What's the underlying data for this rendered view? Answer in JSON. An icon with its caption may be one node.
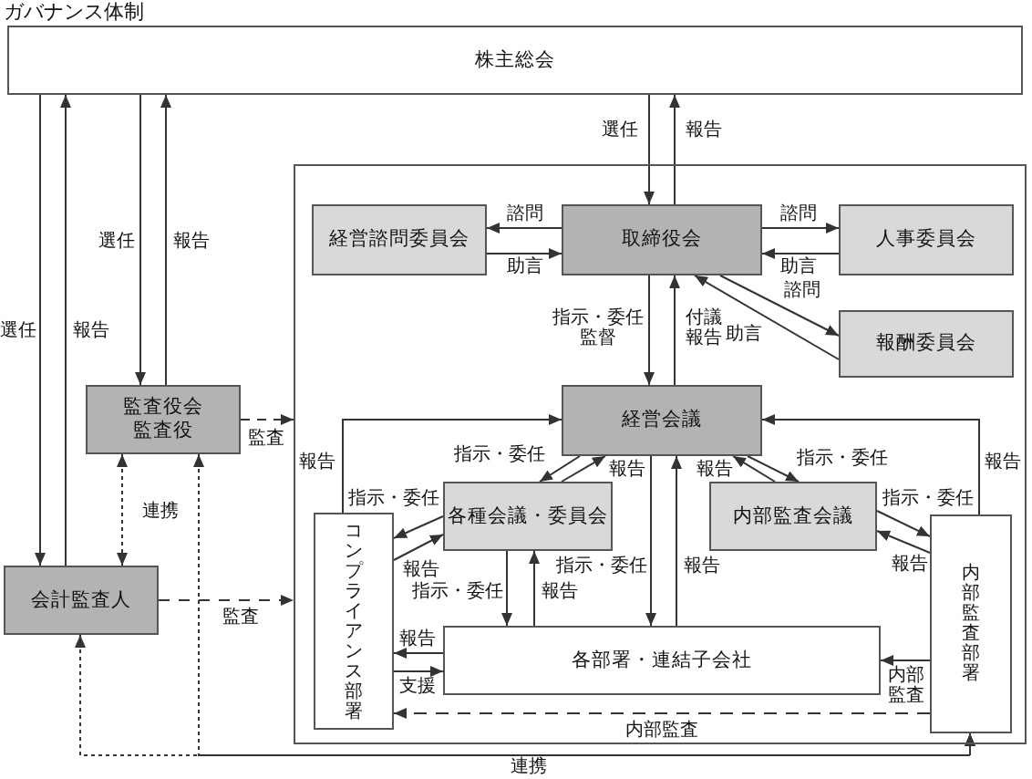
{
  "diagram": {
    "title": "ガバナンス体制",
    "nodes": [
      {
        "text": [
          "株主総会"
        ]
      },
      {
        "text": [],
        "shape": "box"
      },
      {
        "text": [
          "経営諮問委員会"
        ],
        "in": 1
      },
      {
        "text": [
          "取締役会"
        ],
        "in": 1
      },
      {
        "text": [
          "人事委員会"
        ],
        "in": 1
      },
      {
        "text": [
          "報酬委員会"
        ],
        "in": 1
      },
      {
        "text": [
          "経営会議"
        ],
        "in": 1
      },
      {
        "text": [
          "各種会議・委員会"
        ],
        "in": 1
      },
      {
        "text": [
          "内部監査会議"
        ],
        "in": 1
      },
      {
        "text": [
          "コンプライアンス部署"
        ],
        "in": 1
      },
      {
        "text": [
          "各部署・連結子会社"
        ],
        "in": 1
      },
      {
        "text": [
          "内部監査部署"
        ],
        "in": 1
      },
      {
        "text": [
          "監査役会",
          "監査役"
        ]
      },
      {
        "text": [
          "会計監査人"
        ]
      }
    ],
    "edges": [
      {
        "from": 0,
        "to": 3,
        "arrow": "to",
        "label": "選任"
      },
      {
        "from": 3,
        "to": 0,
        "arrow": "to",
        "label": "報告"
      },
      {
        "from": 0,
        "to": 13,
        "arrow": "to",
        "label": "選任"
      },
      {
        "from": 13,
        "to": 0,
        "arrow": "to",
        "label": "報告"
      },
      {
        "from": 0,
        "to": 12,
        "arrow": "to",
        "label": "選任"
      },
      {
        "from": 12,
        "to": 0,
        "arrow": "to",
        "label": "報告"
      },
      {
        "from": 12,
        "to": 1,
        "arrow": "to",
        "label": "監査",
        "style": "dashed"
      },
      {
        "from": 12,
        "to": 13,
        "arrow": "both",
        "label": "連携",
        "style": "dashed"
      },
      {
        "from": 12,
        "to": 11,
        "arrow": "both",
        "style": "dashed"
      },
      {
        "from": 13,
        "to": 11,
        "arrow": "both",
        "label": "連携",
        "style": "dashed"
      },
      {
        "from": 13,
        "to": 1,
        "arrow": "to",
        "label": "監査",
        "style": "dashed"
      },
      {
        "from": 3,
        "to": 2,
        "arrow": "to",
        "label": "諮問"
      },
      {
        "from": 2,
        "to": 3,
        "arrow": "to",
        "label": "助言"
      },
      {
        "from": 3,
        "to": 4,
        "arrow": "to",
        "label": "諮問"
      },
      {
        "from": 4,
        "to": 3,
        "arrow": "to",
        "label": "助言"
      },
      {
        "from": 3,
        "to": 5,
        "arrow": "to",
        "label": "諮問"
      },
      {
        "from": 5,
        "to": 3,
        "arrow": "to",
        "label": "助言"
      },
      {
        "from": 3,
        "to": 6,
        "arrow": "to",
        "label": "指示・委任監督"
      },
      {
        "from": 6,
        "to": 3,
        "arrow": "to",
        "label": "付議報告"
      },
      {
        "from": 9,
        "to": 6,
        "arrow": "to",
        "label": "報告"
      },
      {
        "from": 6,
        "to": 7,
        "arrow": "to",
        "label": "指示・委任"
      },
      {
        "from": 7,
        "to": 6,
        "arrow": "to",
        "label": "報告"
      },
      {
        "from": 6,
        "to": 8,
        "arrow": "to",
        "label": "指示・委任"
      },
      {
        "from": 8,
        "to": 6,
        "arrow": "to",
        "label": "報告"
      },
      {
        "from": 11,
        "to": 6,
        "arrow": "to",
        "label": "報告"
      },
      {
        "from": 7,
        "to": 9,
        "arrow": "to",
        "label": "指示・委任"
      },
      {
        "from": 9,
        "to": 7,
        "arrow": "to",
        "label": "報告"
      },
      {
        "from": 8,
        "to": 11,
        "arrow": "to",
        "label": "指示・委任"
      },
      {
        "from": 11,
        "to": 8,
        "arrow": "to",
        "label": "報告"
      },
      {
        "from": 6,
        "to": 10,
        "arrow": "to",
        "label": "指示・委任"
      },
      {
        "from": 10,
        "to": 6,
        "arrow": "to",
        "label": "報告"
      },
      {
        "from": 7,
        "to": 10,
        "arrow": "to",
        "label": "指示・委任"
      },
      {
        "from": 10,
        "to": 7,
        "arrow": "to",
        "label": "報告"
      },
      {
        "from": 10,
        "to": 9,
        "arrow": "to",
        "label": "報告"
      },
      {
        "from": 9,
        "to": 10,
        "arrow": "to",
        "label": "支援"
      },
      {
        "from": 11,
        "to": 10,
        "arrow": "to",
        "label": "内部監査"
      },
      {
        "from": 11,
        "to": 9,
        "arrow": "to",
        "label": "内部監査",
        "style": "dashed"
      }
    ]
  }
}
